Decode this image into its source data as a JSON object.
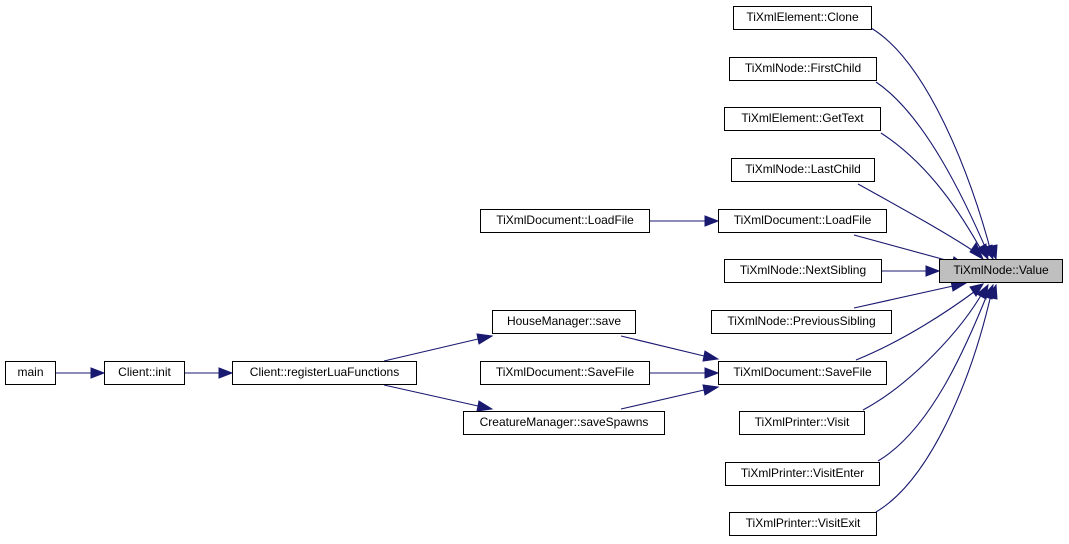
{
  "colors": {
    "edge": "#191970",
    "node_border": "#000000",
    "node_fill": "#ffffff",
    "selected_fill": "#bfbfbf"
  },
  "nodes": {
    "main": "main",
    "client_init": "Client::init",
    "client_register": "Client::registerLuaFunctions",
    "house_save": "HouseManager::save",
    "doc_savefile_a": "TiXmlDocument::SaveFile",
    "creature_save": "CreatureManager::saveSpawns",
    "doc_loadfile_a": "TiXmlDocument::LoadFile",
    "elem_clone": "TiXmlElement::Clone",
    "node_firstchild": "TiXmlNode::FirstChild",
    "elem_gettext": "TiXmlElement::GetText",
    "node_lastchild": "TiXmlNode::LastChild",
    "doc_loadfile_b": "TiXmlDocument::LoadFile",
    "node_nextsibling": "TiXmlNode::NextSibling",
    "node_prevsibling": "TiXmlNode::PreviousSibling",
    "doc_savefile_b": "TiXmlDocument::SaveFile",
    "printer_visit": "TiXmlPrinter::Visit",
    "printer_visitenter": "TiXmlPrinter::VisitEnter",
    "printer_visitexit": "TiXmlPrinter::VisitExit",
    "node_value": "TiXmlNode::Value"
  }
}
